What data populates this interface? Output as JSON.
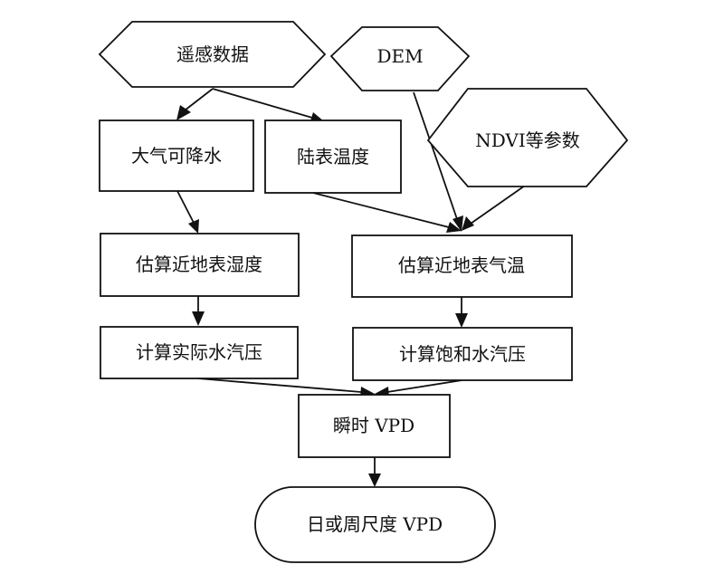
{
  "nodes": {
    "remote_sensing": "遥感数据",
    "dem": "DEM",
    "ndvi": "NDVI等参数",
    "precipitable_water": "大气可降水",
    "land_surface_temp": "陆表温度",
    "near_surface_humidity": "估算近地表湿度",
    "near_surface_air_temp": "估算近地表气温",
    "actual_vapor_pressure": "计算实际水汽压",
    "saturation_vapor_pressure": "计算饱和水汽压",
    "instant_vpd": "瞬时 VPD",
    "daily_weekly_vpd": "日或周尺度 VPD"
  }
}
